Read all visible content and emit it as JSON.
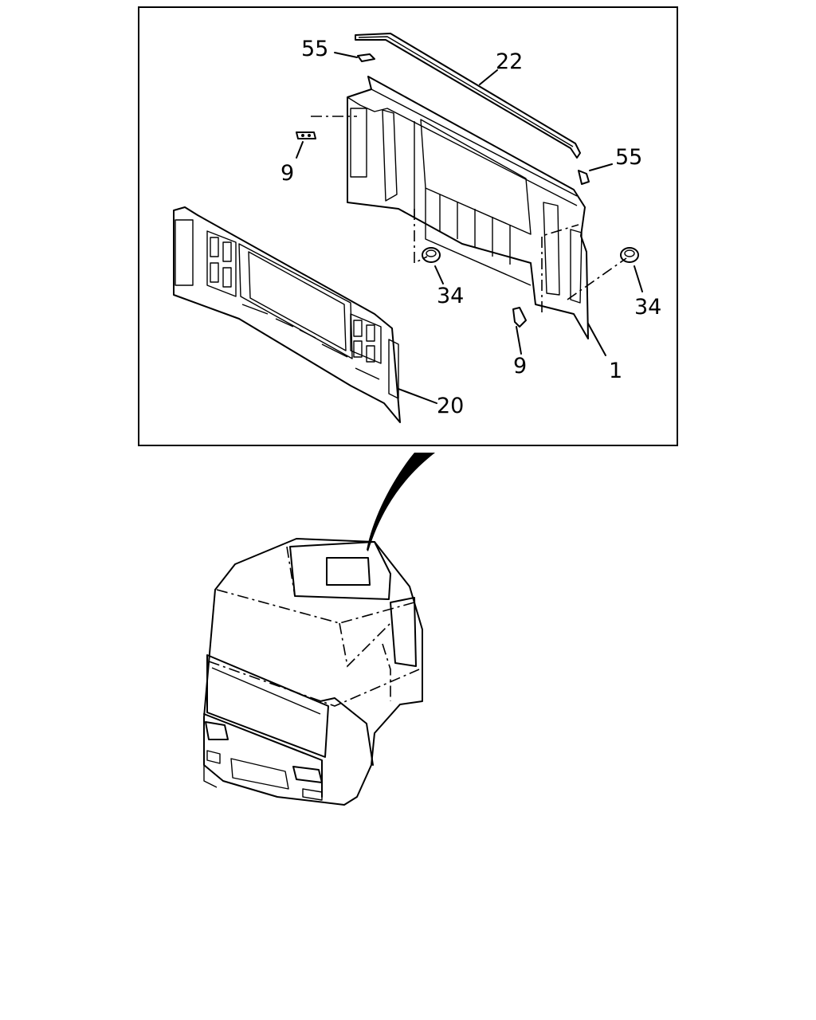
{
  "callouts": {
    "label_55_top": "55",
    "label_22": "22",
    "label_55_right": "55",
    "label_9_left": "9",
    "label_34_left": "34",
    "label_34_right": "34",
    "label_9_bottom": "9",
    "label_1": "1",
    "label_20": "20"
  }
}
